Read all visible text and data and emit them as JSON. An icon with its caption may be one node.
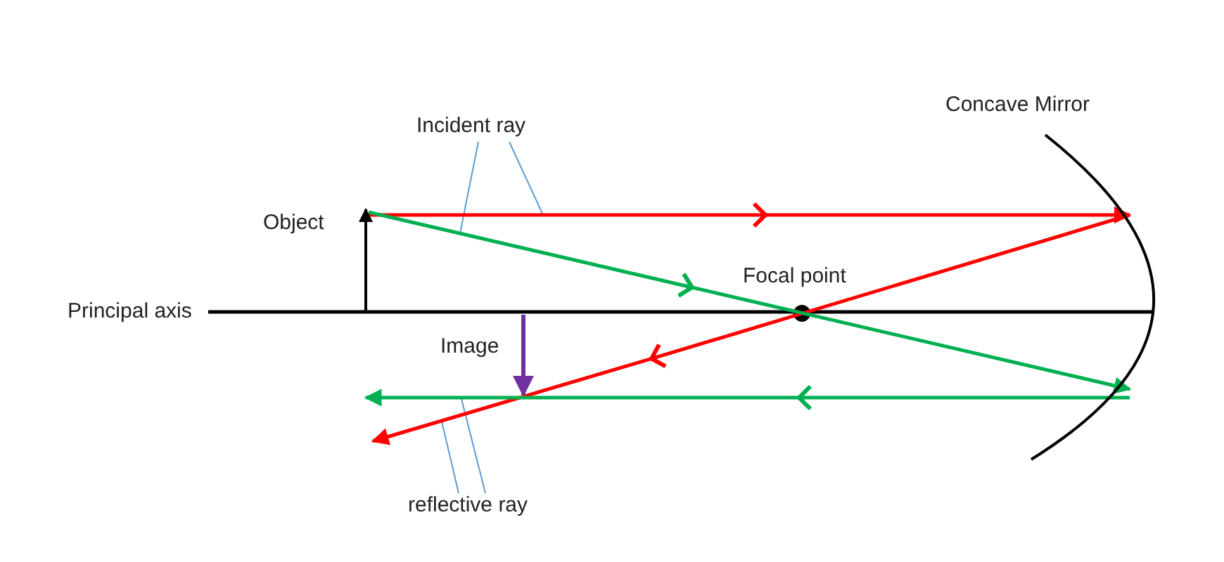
{
  "diagram": {
    "nodes": [
      {
        "text": [
          "Incident ray"
        ]
      },
      {
        "text": [
          "reflective ray"
        ]
      },
      {
        "text": [
          "Object"
        ]
      },
      {
        "text": [
          "Concave Mirror"
        ]
      }
    ],
    "edges": [
      {
        "from": 0,
        "to": null,
        "arrow": "none",
        "color": "#5b9bd5"
      },
      {
        "from": 0,
        "to": null,
        "arrow": "none",
        "color": "#5b9bd5"
      },
      {
        "from": 1,
        "to": null,
        "arrow": "none",
        "color": "#5b9bd5"
      },
      {
        "from": 1,
        "to": null,
        "arrow": "none",
        "color": "#5b9bd5"
      },
      {
        "from": 2,
        "to": 3,
        "arrow": "to",
        "style": "thick",
        "color": "#ff0000"
      },
      {
        "from": 3,
        "to": null,
        "arrow": "to",
        "style": "thick",
        "color": "#ff0000"
      },
      {
        "from": 2,
        "to": 3,
        "arrow": "to",
        "style": "thick",
        "color": "#00b050"
      },
      {
        "from": 3,
        "to": null,
        "arrow": "to",
        "style": "thick",
        "color": "#00b050"
      }
    ],
    "labels": [
      "Focal point",
      "Principal axis",
      "Image"
    ]
  }
}
